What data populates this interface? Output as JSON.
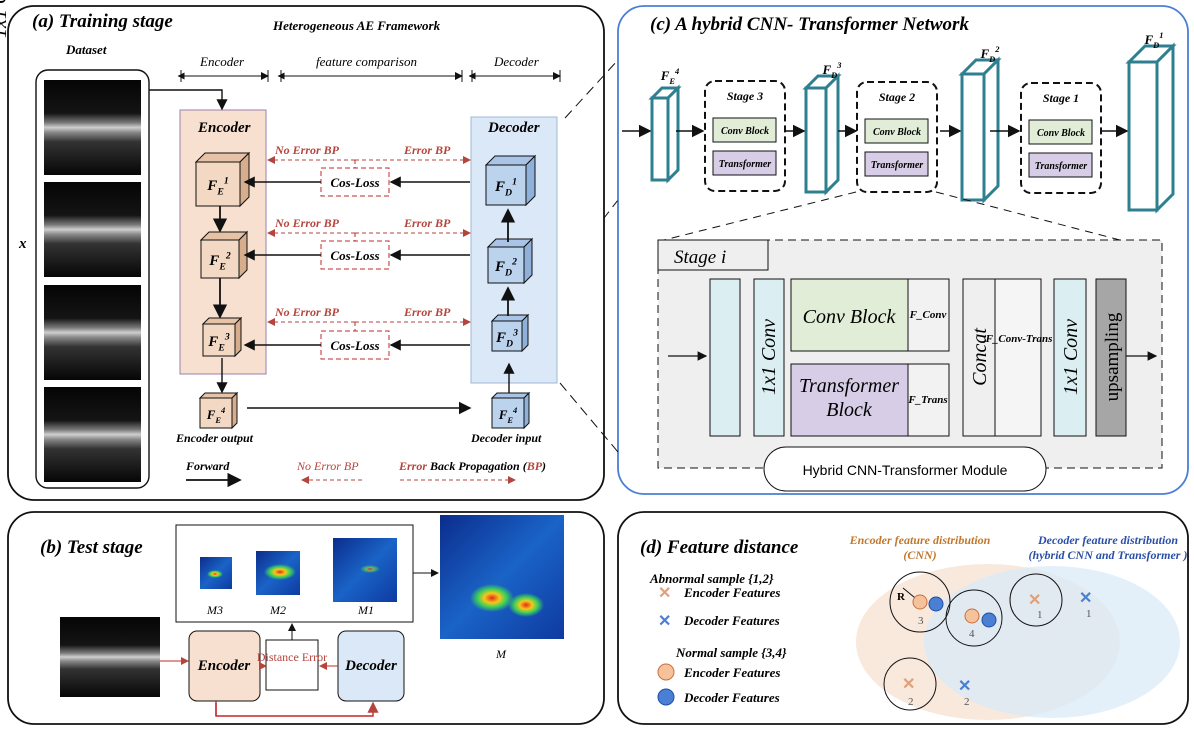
{
  "panel_a": {
    "title": "(a) Training stage",
    "framework": "Heterogeneous AE Framework",
    "dataset": "Dataset",
    "x_label": "x",
    "encoder_hdr": "Encoder",
    "feature_cmp_hdr": "feature comparison",
    "decoder_hdr": "Decoder",
    "encoder_box": "Encoder",
    "decoder_box": "Decoder",
    "fe": [
      "F_E^1",
      "F_E^2",
      "F_E^3",
      "F_E^4"
    ],
    "fd": [
      "F_D^1",
      "F_D^2",
      "F_D^3",
      "F_E^4"
    ],
    "cos_loss": "Cos-Loss",
    "no_error_bp": "No Error BP",
    "error_bp": "Error BP",
    "encoder_output": "Encoder output",
    "decoder_input": "Decoder input",
    "legend_forward": "Forward",
    "legend_no_error": "No Error BP",
    "legend_error_a": "Error",
    "legend_error_b": "Back Propagation (",
    "legend_error_c": "BP",
    "legend_error_d": ")"
  },
  "panel_b": {
    "title": "(b) Test stage",
    "encoder": "Encoder",
    "decoder": "Decoder",
    "distance_error": "Distance Error",
    "maps": [
      "M3",
      "M2",
      "M1"
    ],
    "m": "M"
  },
  "panel_c": {
    "title": "(c) A hybrid CNN- Transformer Network",
    "fe4": "F_E^4",
    "fd3": "F_D^3",
    "fd2": "F_D^2",
    "fd1": "F_D^1",
    "stages": [
      "Stage 3",
      "Stage 2",
      "Stage 1"
    ],
    "conv_block": "Conv Block",
    "transformer": "Transformer",
    "stage_i": "Stage i",
    "conv1x1": "1x1 Conv",
    "conv_block_big": "Conv Block",
    "transformer_block": "Transformer Block",
    "f_conv": "F_Conv",
    "f_trans": "F_Trans",
    "concat": "Concat",
    "f_conv_trans": "F_Conv-Trans",
    "upsampling": "upsampling",
    "module": "Hybrid CNN-Transformer Module"
  },
  "panel_d": {
    "title": "(d) Feature distance",
    "enc_dist": "Encoder feature distribution (CNN)",
    "dec_dist": "Decoder feature distribution (hybrid CNN and Transformer )",
    "abnormal": "Abnormal sample {1,2}",
    "normal": "Normal sample {3,4}",
    "enc_feat": "Encoder Features",
    "dec_feat": "Decoder Features",
    "r": "R",
    "nums": [
      "1",
      "2",
      "3",
      "4"
    ]
  },
  "colors": {
    "encoder": "#f7e0cf",
    "decoder": "#dbe8f7",
    "teal": "#2e7f8f",
    "red": "#b5453c",
    "blue": "#4a7fd4"
  }
}
